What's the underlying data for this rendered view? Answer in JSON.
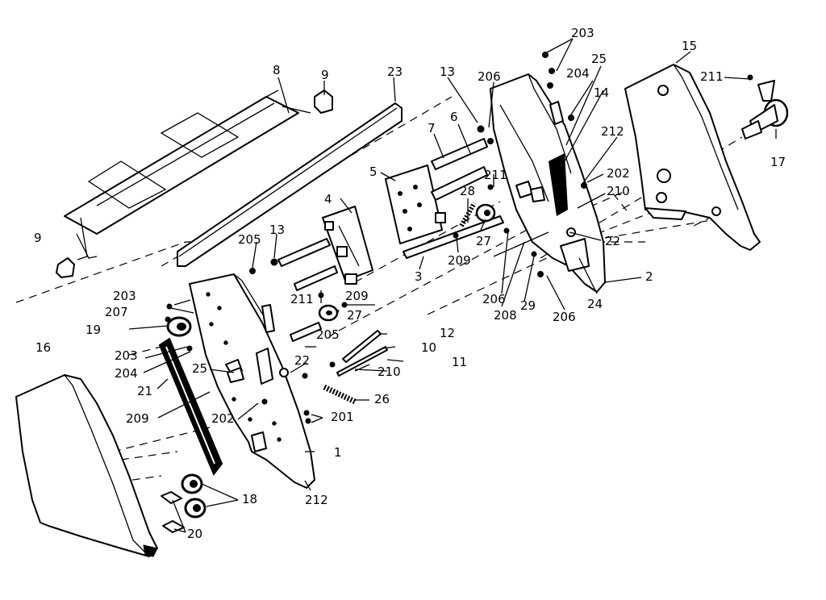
{
  "diagram": {
    "labels": {
      "p1": "1",
      "p2": "2",
      "p3": "3",
      "p4": "4",
      "p5": "5",
      "p6": "6",
      "p7": "7",
      "p8": "8",
      "p9a": "9",
      "p9b": "9",
      "p10": "10",
      "p11": "11",
      "p12": "12",
      "p13a": "13",
      "p13b": "13",
      "p14": "14",
      "p15": "15",
      "p16": "16",
      "p17": "17",
      "p18": "18",
      "p19": "19",
      "p20": "20",
      "p21": "21",
      "p22a": "22",
      "p22b": "22",
      "p23": "23",
      "p24": "24",
      "p25a": "25",
      "p25b": "25",
      "p26": "26",
      "p27a": "27",
      "p27b": "27",
      "p28": "28",
      "p29": "29",
      "p201": "201",
      "p202a": "202",
      "p202b": "202",
      "p203a": "203",
      "p203b": "203",
      "p203c": "203",
      "p204a": "204",
      "p204b": "204",
      "p205a": "205",
      "p205b": "205",
      "p206a": "206",
      "p206b": "206",
      "p206c": "206",
      "p207": "207",
      "p208": "208",
      "p209a": "209",
      "p209b": "209",
      "p209c": "209",
      "p210a": "210",
      "p210b": "210",
      "p211a": "211",
      "p211b": "211",
      "p211c": "211",
      "p212a": "212",
      "p212b": "212"
    }
  }
}
